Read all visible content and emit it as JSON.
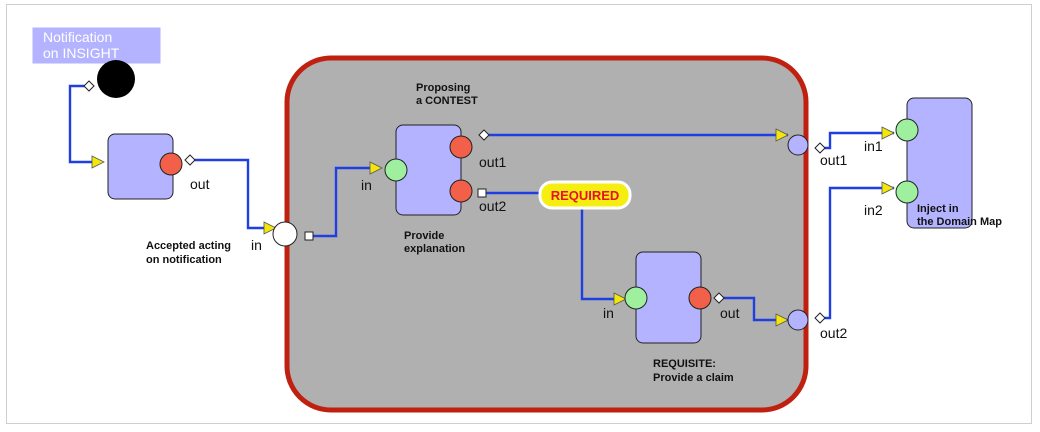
{
  "title_box": {
    "line1": "Notification",
    "line2": "on INSIGHT"
  },
  "entry": {
    "label": "out"
  },
  "accept": {
    "line1": "Accepted acting",
    "line2": "on notification",
    "port": "in"
  },
  "contest": {
    "title1": "Proposing",
    "title2": "a CONTEST",
    "in": "in",
    "out1": "out1",
    "out2": "out2",
    "caption1": "Provide",
    "caption2": "explanation"
  },
  "required_badge": "REQUIRED",
  "requisite": {
    "in": "in",
    "out": "out",
    "caption1": "REQUISITE:",
    "caption2": "Provide a claim"
  },
  "outputs": {
    "out1": "out1",
    "out2": "out2"
  },
  "inject": {
    "in1": "in1",
    "in2": "in2",
    "caption1": "Inject in",
    "caption2": "the Domain Map"
  },
  "colors": {
    "container_fill": "#b0b0b0",
    "container_border": "#c0200f",
    "wire": "#1f3fe0",
    "box": "#b3b3ff",
    "pin_in": "#9ef09e",
    "pin_out": "#f2604a",
    "badge_fill": "#f5ee10",
    "badge_text": "#e8102a"
  }
}
